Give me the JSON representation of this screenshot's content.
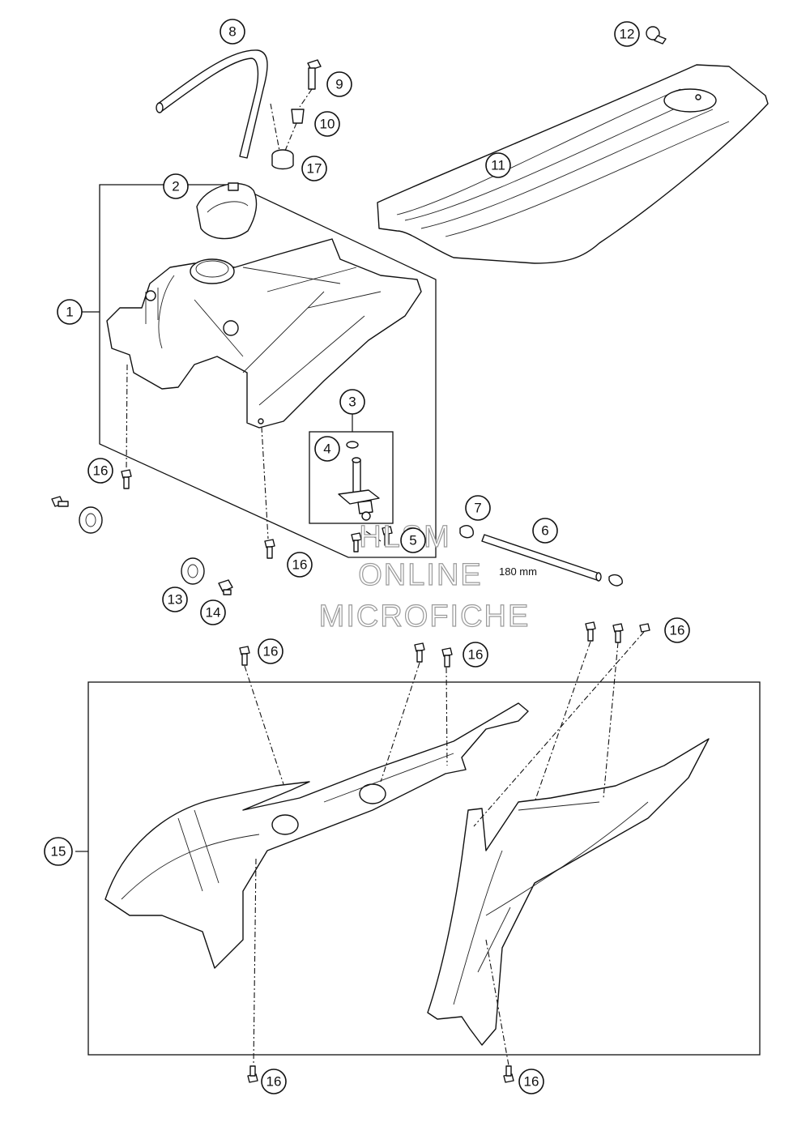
{
  "callouts": {
    "c1": "1",
    "c2": "2",
    "c3": "3",
    "c4": "4",
    "c5": "5",
    "c6": "6",
    "c7": "7",
    "c8": "8",
    "c9": "9",
    "c10": "10",
    "c11": "11",
    "c12": "12",
    "c13": "13",
    "c14": "14",
    "c15": "15",
    "c16": "16",
    "c17": "17"
  },
  "dimension_label": "180 mm",
  "watermark": {
    "line1": "HLSM",
    "line2": "ONLINE",
    "line3": "MICROFICHE"
  },
  "parts": {
    "fuel_hose": "hose-icon",
    "fuel_tank": "fuel-tank-icon",
    "tank_cap": "filler-cap-icon",
    "fuel_tap": "fuel-tap-icon",
    "seat": "seat-icon",
    "spoilers": "side-spoiler-icon",
    "screws": "screw-icon"
  }
}
